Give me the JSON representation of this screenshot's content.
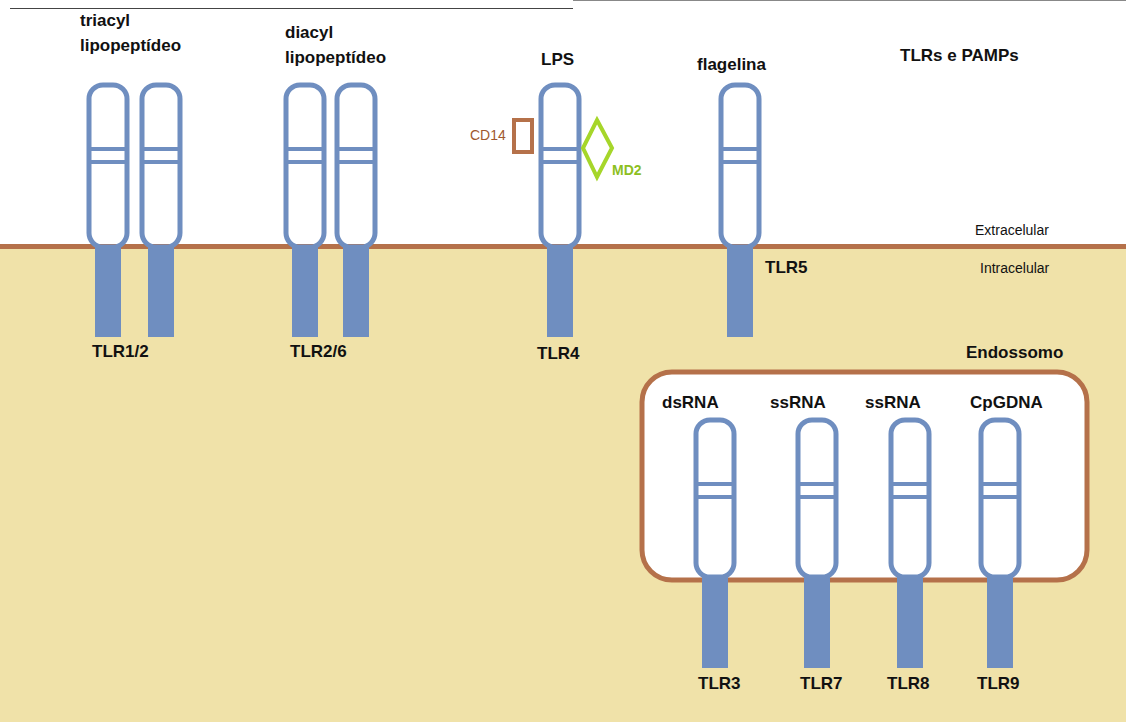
{
  "diagram": {
    "title": "TLRs e PAMPs",
    "nodes": [
      {
        "text": [
          "triacyl lipopeptídeo",
          "TLR1/2"
        ]
      },
      {
        "text": [
          "diacyl lipopeptídeo",
          "TLR2/6"
        ]
      },
      {
        "text": [
          "CD14"
        ]
      },
      {
        "text": [
          "LPS",
          "TLR4"
        ]
      },
      {
        "text": [
          "MD2"
        ]
      },
      {
        "text": [
          "flagelina",
          "TLR5"
        ]
      },
      {
        "text": [
          "Endossomo"
        ]
      },
      {
        "text": [
          "dsRNA",
          "TLR3"
        ],
        "in": 6
      },
      {
        "text": [
          "ssRNA",
          "TLR7"
        ],
        "in": 6
      },
      {
        "text": [
          "ssRNA",
          "TLR8"
        ],
        "in": 6
      },
      {
        "text": [
          "CpGDNA",
          "TLR9"
        ],
        "in": 6
      }
    ],
    "labels": [
      "Extracelular",
      "Intracelular"
    ]
  }
}
